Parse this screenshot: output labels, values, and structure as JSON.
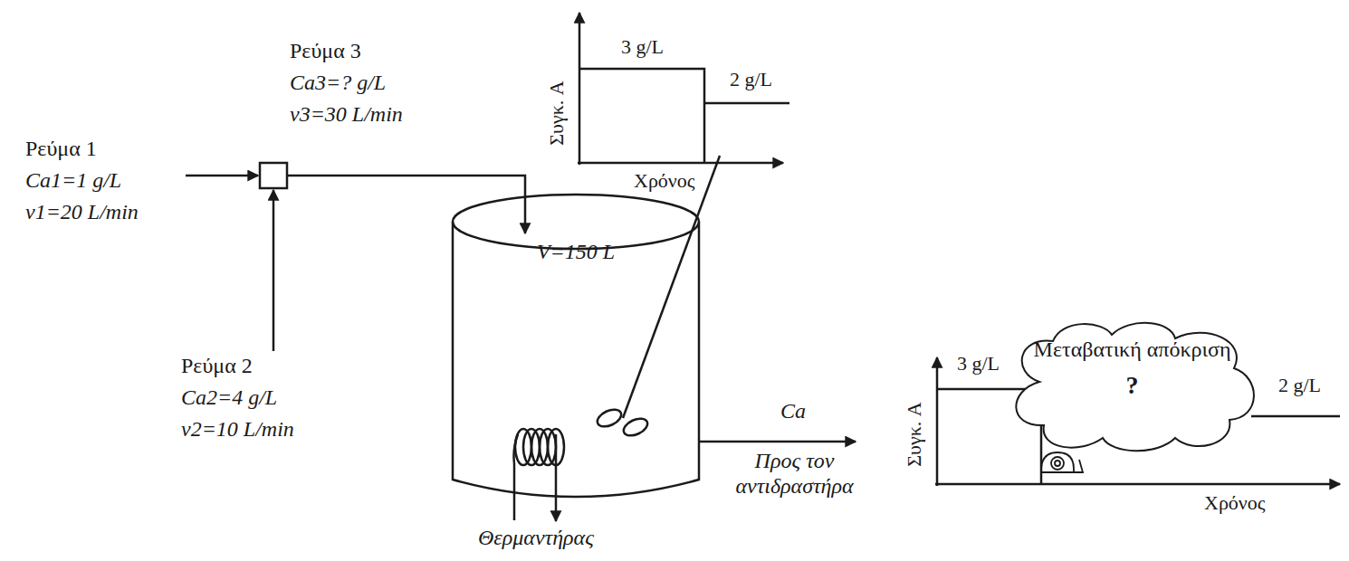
{
  "diagram": {
    "nodes": [
      {
        "text": [
          "V=150 L"
        ]
      },
      {
        "text": [
          "Μεταβατική απόκριση",
          "?"
        ]
      }
    ],
    "labels": [
      "Ρεύμα 1",
      "Ca1=1 g/L",
      "v1=20 L/min",
      "Ρεύμα 3",
      "Ca3=? g/L",
      "v3=30 L/min",
      "Ρεύμα 2",
      "Ca2=4 g/L",
      "v2=10 L/min",
      "3 g/L",
      "2 g/L",
      "Συγκ. A",
      "Χρόνος",
      "Ca",
      "Προς τον αντιδραστήρα",
      "Θερμαντήρας",
      "3 g/L",
      "2 g/L",
      "Συγκ. A",
      "Χρόνος"
    ]
  }
}
